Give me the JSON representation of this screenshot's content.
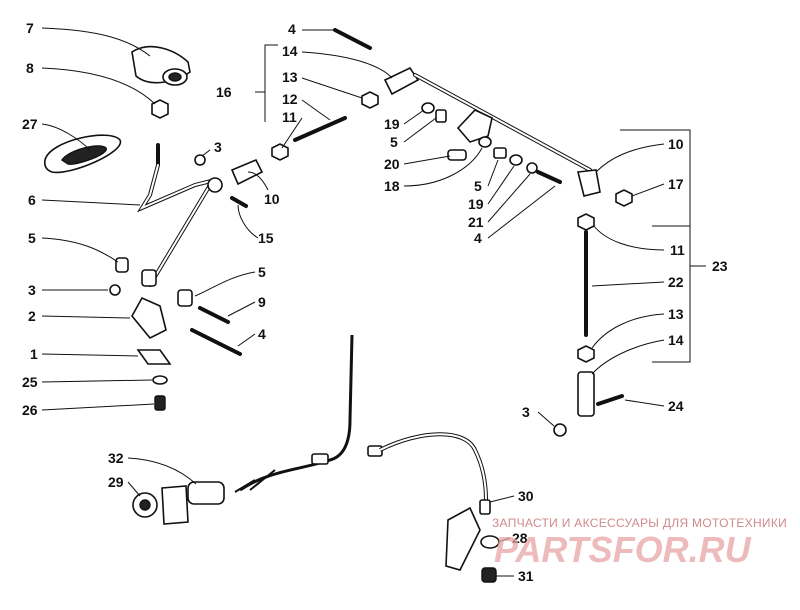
{
  "watermark": {
    "tagline": "ЗАПЧАСТИ И АКСЕССУАРЫ ДЛЯ МОТОТЕХНИКИ",
    "brand": "PARTSFOR.RU"
  },
  "callouts": [
    {
      "id": "c7",
      "text": "7"
    },
    {
      "id": "c8",
      "text": "8"
    },
    {
      "id": "c27",
      "text": "27"
    },
    {
      "id": "c6",
      "text": "6"
    },
    {
      "id": "c5a",
      "text": "5"
    },
    {
      "id": "c3a",
      "text": "3"
    },
    {
      "id": "c2",
      "text": "2"
    },
    {
      "id": "c1",
      "text": "1"
    },
    {
      "id": "c25",
      "text": "25"
    },
    {
      "id": "c26",
      "text": "26"
    },
    {
      "id": "c3b",
      "text": "3"
    },
    {
      "id": "c15",
      "text": "15"
    },
    {
      "id": "c5b",
      "text": "5"
    },
    {
      "id": "c9",
      "text": "9"
    },
    {
      "id": "c4a",
      "text": "4"
    },
    {
      "id": "c4b",
      "text": "4"
    },
    {
      "id": "c14a",
      "text": "14"
    },
    {
      "id": "c13a",
      "text": "13"
    },
    {
      "id": "c16",
      "text": "16"
    },
    {
      "id": "c12",
      "text": "12"
    },
    {
      "id": "c11a",
      "text": "11"
    },
    {
      "id": "c10a",
      "text": "10"
    },
    {
      "id": "c19a",
      "text": "19"
    },
    {
      "id": "c5c",
      "text": "5"
    },
    {
      "id": "c20",
      "text": "20"
    },
    {
      "id": "c18",
      "text": "18"
    },
    {
      "id": "c5d",
      "text": "5"
    },
    {
      "id": "c19b",
      "text": "19"
    },
    {
      "id": "c21",
      "text": "21"
    },
    {
      "id": "c4c",
      "text": "4"
    },
    {
      "id": "c10b",
      "text": "10"
    },
    {
      "id": "c17",
      "text": "17"
    },
    {
      "id": "c11b",
      "text": "11"
    },
    {
      "id": "c23",
      "text": "23"
    },
    {
      "id": "c22",
      "text": "22"
    },
    {
      "id": "c13b",
      "text": "13"
    },
    {
      "id": "c14b",
      "text": "14"
    },
    {
      "id": "c24",
      "text": "24"
    },
    {
      "id": "c3c",
      "text": "3"
    },
    {
      "id": "c32",
      "text": "32"
    },
    {
      "id": "c29",
      "text": "29"
    },
    {
      "id": "c30",
      "text": "30"
    },
    {
      "id": "c28",
      "text": "28"
    },
    {
      "id": "c31",
      "text": "31"
    }
  ]
}
